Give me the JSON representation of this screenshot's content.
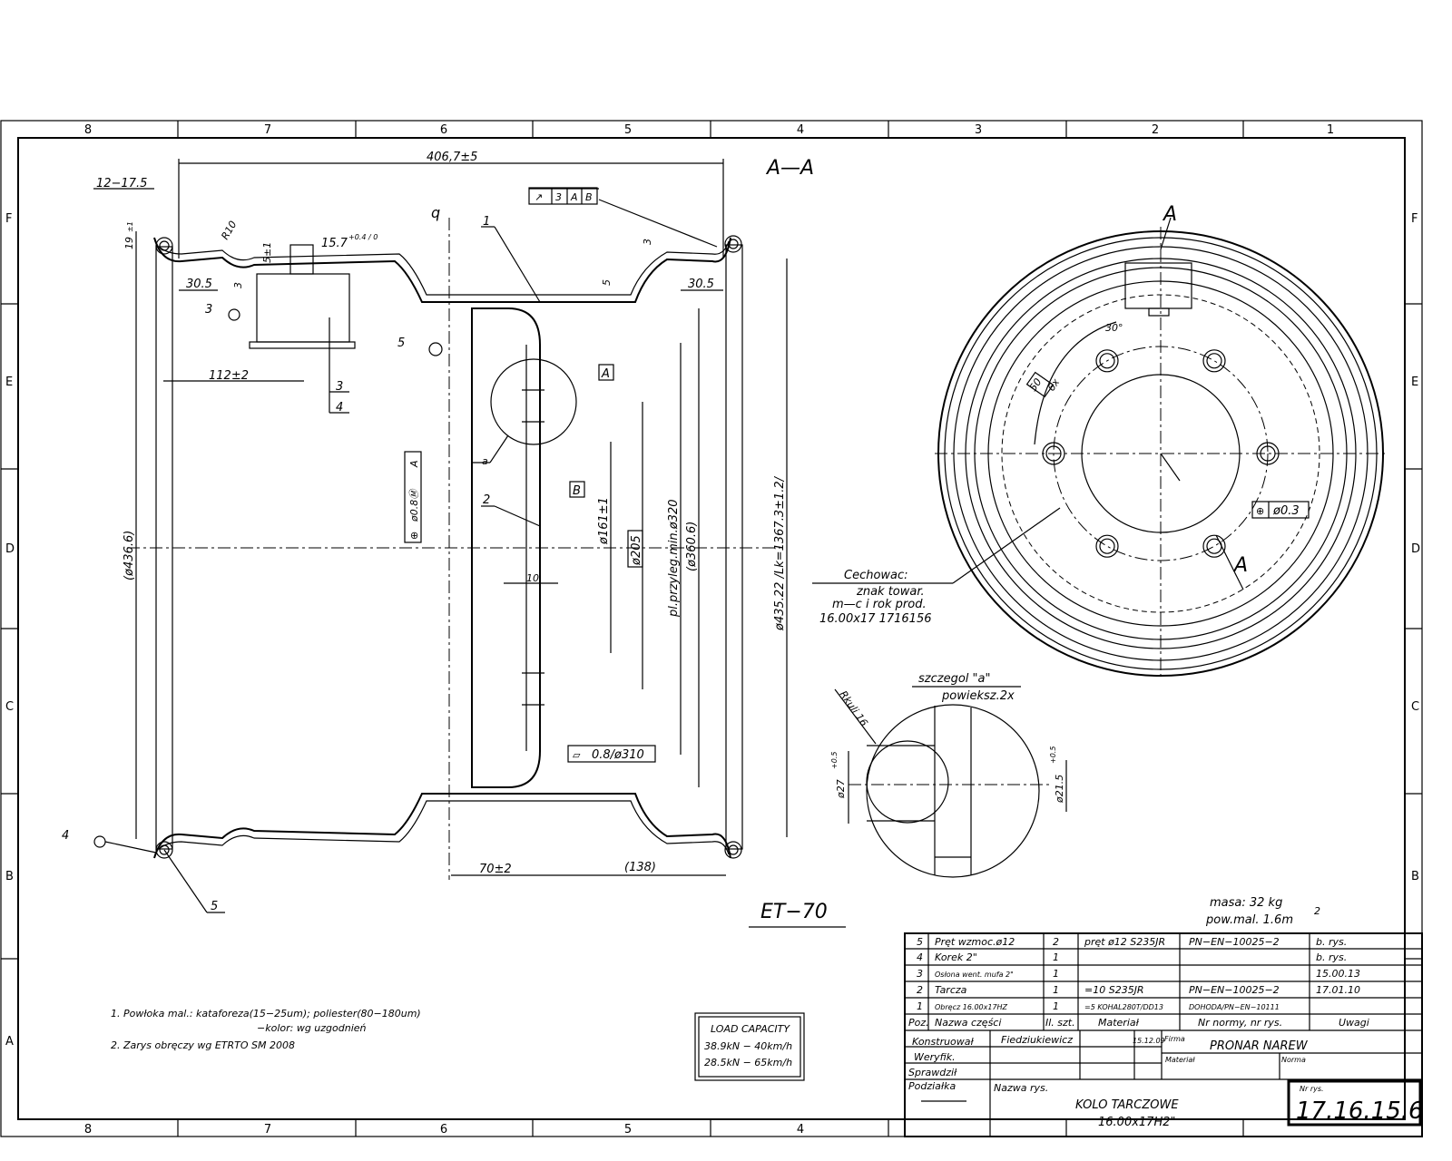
{
  "frame": {
    "columns": [
      "8",
      "7",
      "6",
      "5",
      "4",
      "3",
      "2",
      "1"
    ],
    "rows": [
      "F",
      "E",
      "D",
      "C",
      "B",
      "A"
    ]
  },
  "section_view": {
    "title": "A—A",
    "offset_label": "ET−70",
    "dimensions": {
      "width": "406,7±5",
      "flange_offset": "12−17.5",
      "flange_height": "19",
      "flange_height_tol": "±1",
      "radius": "R10",
      "depth": "5±1",
      "valve_hole": "15.7",
      "valve_hole_tol": "+0.4 / 0",
      "seat_left": "30.5",
      "seat_right": "30.5",
      "well_depth": "5",
      "valve_pos": "112±2",
      "rim_dia": "(ø436.6)",
      "center_bore_pos": "ø161±1",
      "center_bore": "ø205",
      "pcd_min": "pl.przyleg.min.ø320",
      "disc_dia": "(ø360.6)",
      "bead_dia": "ø435.22 /Lk=1367.3±1.2/",
      "disc_thickness": "10",
      "offset": "70±2",
      "back_offset": "(138)",
      "height_3": "3",
      "runout_small": "3"
    },
    "tolerance_frames": {
      "runout": [
        "↗",
        "3",
        "A",
        "B"
      ],
      "position": [
        "⊕",
        "ø0.8Ⓜ",
        "A"
      ],
      "flatness": [
        "▱",
        "0.8/ø310"
      ]
    },
    "datums": [
      "A",
      "B"
    ],
    "welds": [
      "3",
      "5",
      "4"
    ],
    "part_callouts": [
      "1",
      "2",
      "3",
      "4",
      "5"
    ],
    "detail_label": "a",
    "centerline_label": "q"
  },
  "front_view": {
    "section_mark": "A",
    "angle": "30°",
    "hole_count": "6x",
    "hole_label": "50",
    "position_tol": [
      "⊕",
      "ø0.3"
    ],
    "marking_note": [
      "Cechowac:",
      "znak towar.",
      "m—c i rok prod.",
      "16.00x17   1716156"
    ]
  },
  "detail_view": {
    "title": "szczegol \"a\"",
    "scale": "powieksz.2x",
    "radius": "Rkuli 16",
    "left_dia": "ø27",
    "left_tol": "+0.5",
    "right_dia": "ø21.5",
    "right_tol": "+0.5"
  },
  "mass": "masa:  32 kg",
  "paint_area": "pow.mal.  1.6m",
  "paint_area_exp": "2",
  "notes": [
    "1. Powłoka mal.: kataforeza(15−25um); poliester(80−180um)",
    "−kolor: wg uzgodnień",
    "2. Zarys obręczy wg ETRTO SM 2008"
  ],
  "load_capacity": {
    "title": "LOAD CAPACITY",
    "rows": [
      "38.9kN  −  40km/h",
      "28.5kN  −  65km/h"
    ]
  },
  "parts_list": {
    "headers": [
      "Poz.",
      "Nazwa części",
      "Il. szt.",
      "Materiał",
      "Nr normy, nr rys.",
      "Uwagi"
    ],
    "rows": [
      [
        "5",
        "Pręt wzmoc.ø12",
        "2",
        "pręt ø12 S235JR",
        "PN−EN−10025−2",
        "b. rys."
      ],
      [
        "4",
        "Korek 2\"",
        "1",
        "",
        "",
        "b. rys."
      ],
      [
        "3",
        "Osłona went. mufa 2\"",
        "1",
        "",
        "",
        "15.00.13"
      ],
      [
        "2",
        "Tarcza",
        "1",
        "=10 S235JR",
        "PN−EN−10025−2",
        "17.01.10"
      ],
      [
        "1",
        "Obręcz 16.00x17HZ",
        "1",
        "=5 KOHAL280T/DD13",
        "DOHODA/PN−EN−10111",
        ""
      ]
    ]
  },
  "title_block": {
    "designed_label": "Konstruował",
    "designer": "Fiedziukiewicz",
    "date": "15.12.09",
    "verified_label": "Weryfik.",
    "checked_label": "Sprawdził",
    "scale_label": "Podziałka",
    "firm_label": "Firma",
    "firm": "PRONAR NAREW",
    "material_label": "Materiał",
    "norm_label": "Norma",
    "drawing_name_label": "Nazwa rys.",
    "drawing_name": "KOLO TARCZOWE",
    "drawing_subname": "16.00x17H2\"",
    "drawing_no_label": "Nr rys.",
    "drawing_no": "17.16.15.6"
  }
}
